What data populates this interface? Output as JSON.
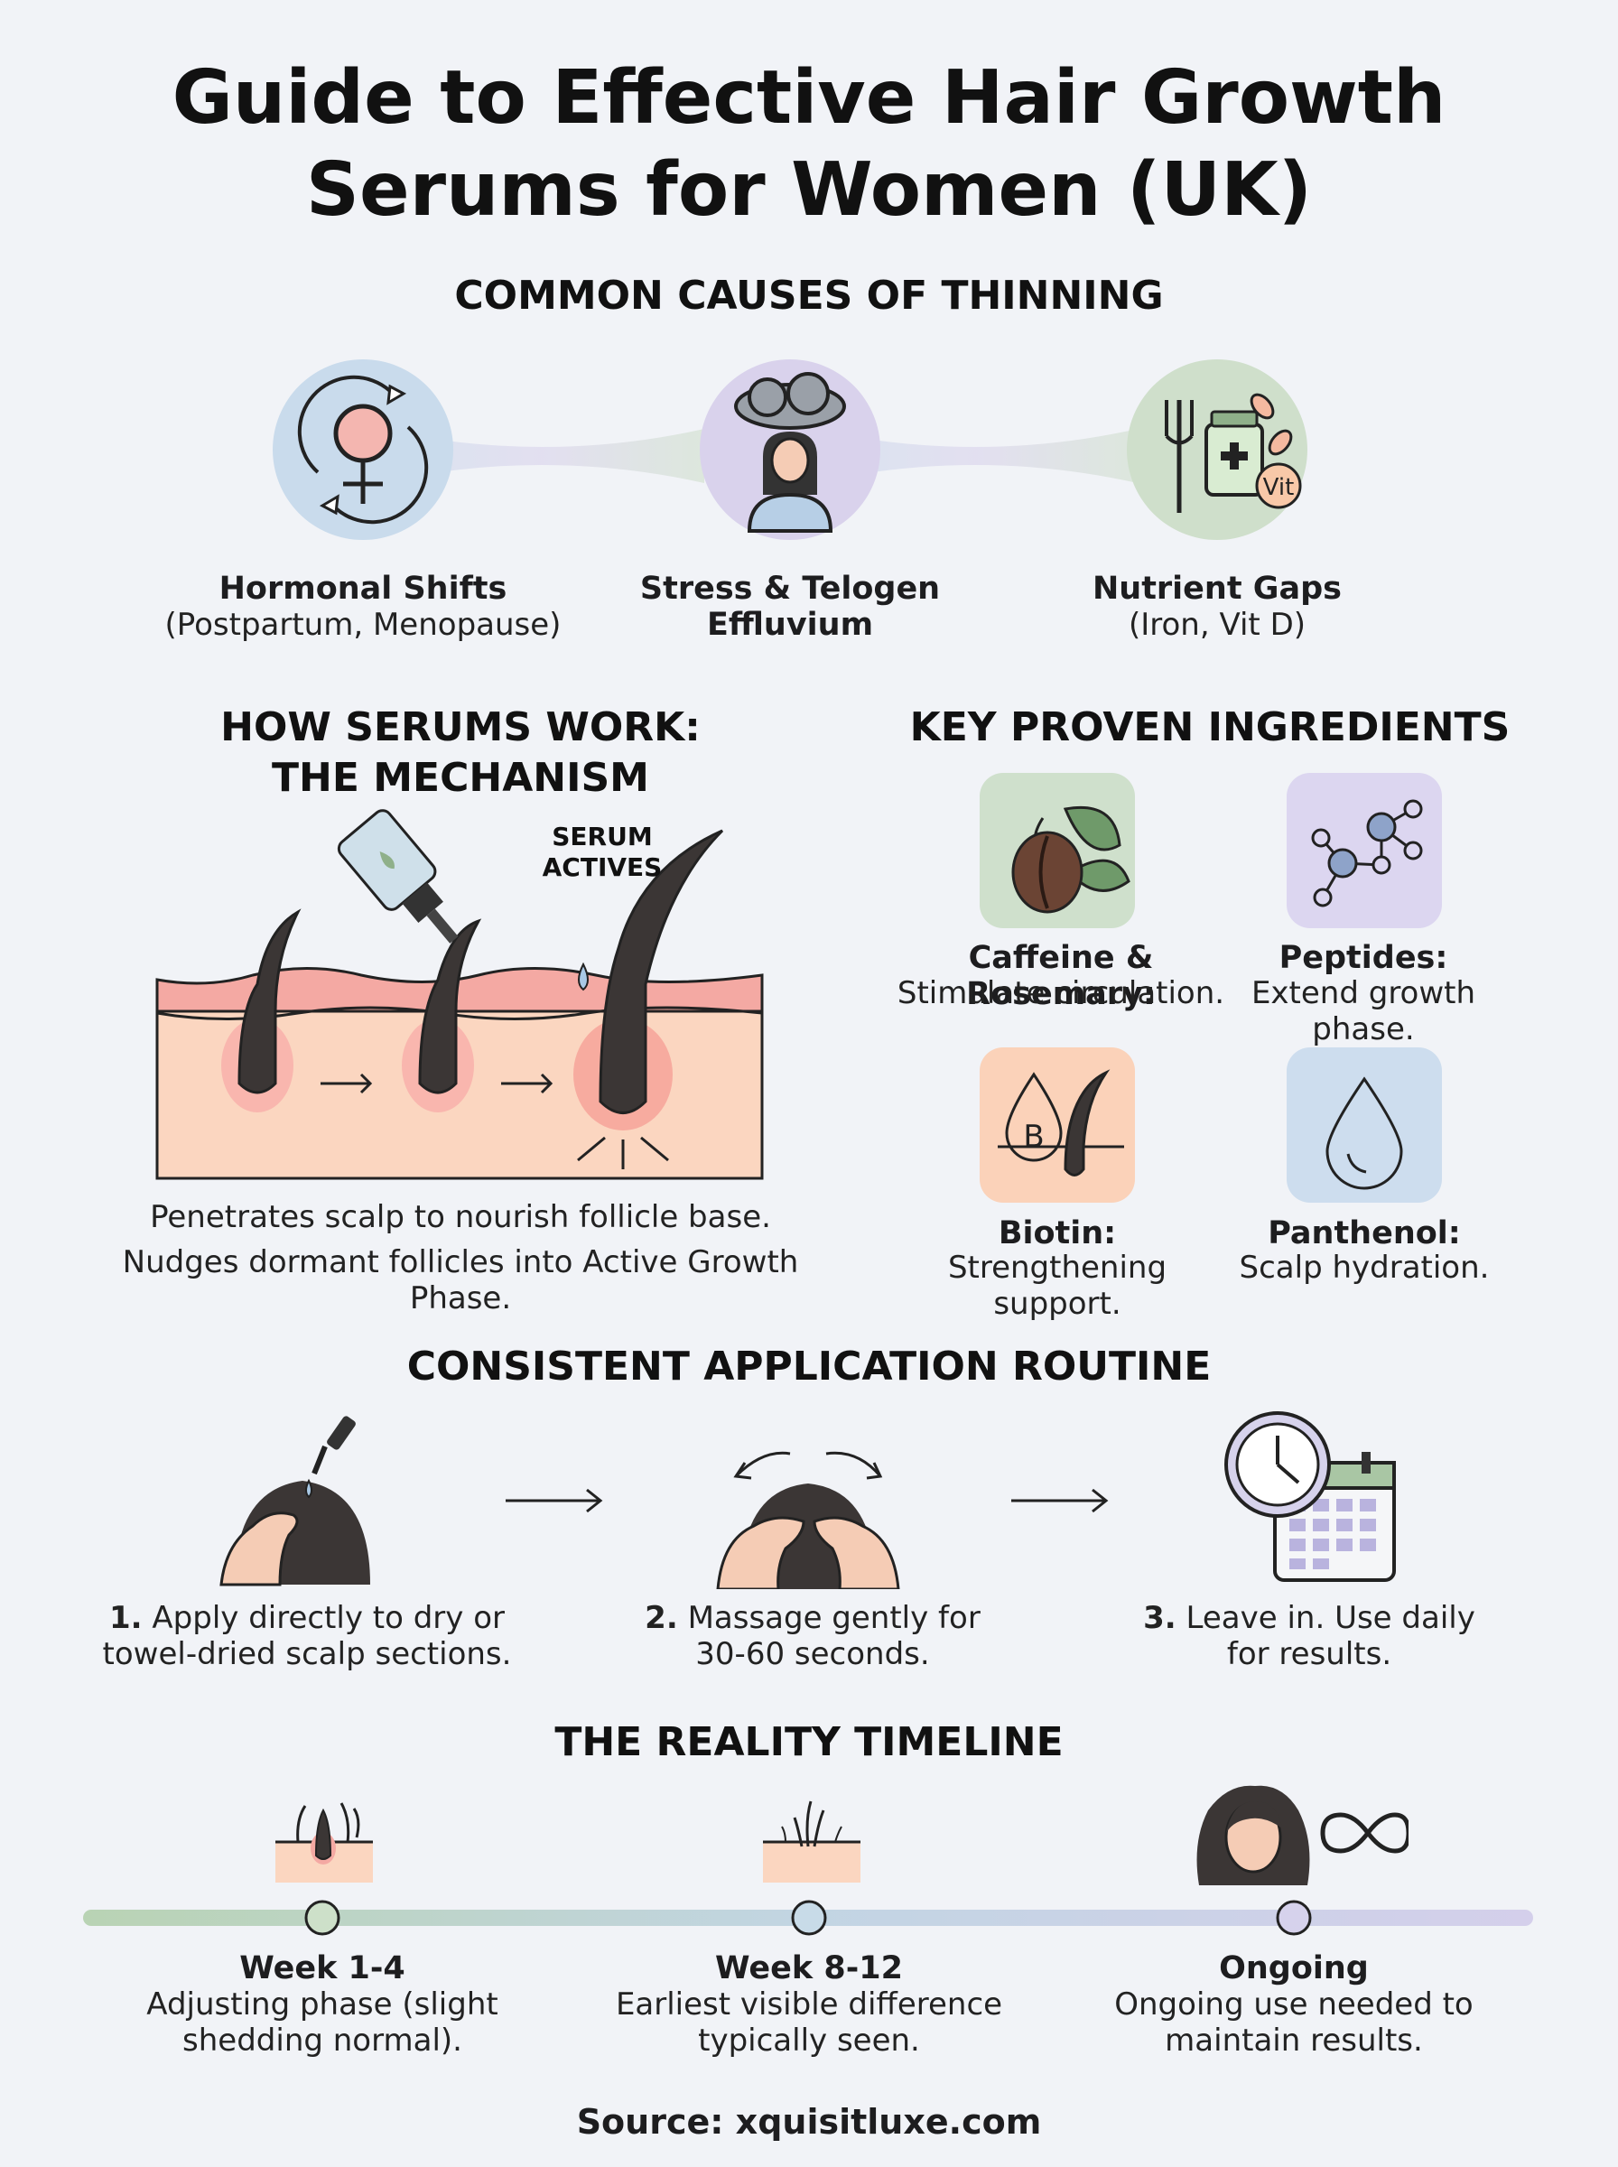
{
  "title": {
    "line1": "Guide to Effective Hair Growth",
    "line2": "Serums for Women (UK)"
  },
  "causes": {
    "heading": "COMMON CAUSES OF THINNING",
    "items": [
      {
        "title": "Hormonal Shifts",
        "detail": "(Postpartum, Menopause)",
        "icon": "female-symbol-cycle-icon",
        "color": "#c9dbec"
      },
      {
        "title": "Stress & Telogen",
        "title2": "Effluvium",
        "detail": "",
        "icon": "stressed-woman-cloud-icon",
        "color": "#d9d2ec"
      },
      {
        "title": "Nutrient Gaps",
        "detail": "(Iron, Vit D)",
        "icon": "fork-supplements-icon",
        "color": "#cfdfcb",
        "badge": "Vit"
      }
    ]
  },
  "mechanism": {
    "heading1": "HOW SERUMS WORK:",
    "heading2": "THE MECHANISM",
    "serum_label1": "SERUM",
    "serum_label2": "ACTIVES",
    "caption1": "Penetrates scalp to nourish follicle base.",
    "caption2": "Nudges dormant follicles into Active Growth Phase."
  },
  "ingredients": {
    "heading": "KEY PROVEN INGREDIENTS",
    "items": [
      {
        "name": "Caffeine & Rosemary:",
        "desc": "Stimulate circulation.",
        "icon": "coffee-bean-leaf-icon",
        "color": "#cfe0cc"
      },
      {
        "name": "Peptides:",
        "desc": "Extend growth phase.",
        "icon": "molecule-icon",
        "color": "#dcd6f0"
      },
      {
        "name": "Biotin:",
        "desc": "Strengthening support.",
        "icon": "biotin-drop-hair-icon",
        "color": "#fbd2b9",
        "badge": "B"
      },
      {
        "name": "Panthenol:",
        "desc": "Scalp hydration.",
        "icon": "water-drop-icon",
        "color": "#cdddee"
      }
    ]
  },
  "routine": {
    "heading": "CONSISTENT APPLICATION ROUTINE",
    "steps": [
      {
        "num": "1.",
        "line1": "Apply directly to dry or",
        "line2": "towel-dried scalp sections.",
        "icon": "apply-dropper-head-icon"
      },
      {
        "num": "2.",
        "line1": "Massage gently for",
        "line2": "30-60 seconds.",
        "icon": "massage-head-icon"
      },
      {
        "num": "3.",
        "line1": "Leave in. Use daily",
        "line2": "for results.",
        "icon": "clock-calendar-icon"
      }
    ]
  },
  "timeline": {
    "heading": "THE REALITY TIMELINE",
    "milestones": [
      {
        "label": "Week 1-4",
        "line1": "Adjusting phase (slight",
        "line2": "shedding normal).",
        "icon": "shedding-follicle-icon",
        "dot": "#cde0c9"
      },
      {
        "label": "Week 8-12",
        "line1": "Earliest visible difference",
        "line2": "typically seen.",
        "icon": "new-growth-follicle-icon",
        "dot": "#c8dbe8"
      },
      {
        "label": "Ongoing",
        "line1": "Ongoing use needed to",
        "line2": "maintain results.",
        "icon": "woman-infinity-icon",
        "dot": "#d6d2ec"
      }
    ]
  },
  "source": "Source: xquisitluxe.com"
}
